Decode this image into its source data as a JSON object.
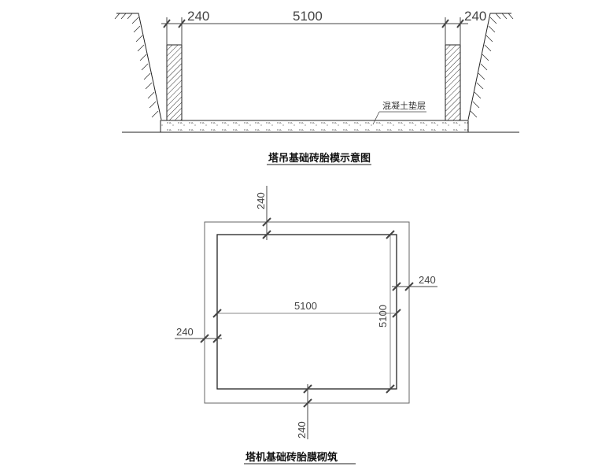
{
  "section": {
    "dim_wall_left": "240",
    "dim_width": "5100",
    "dim_wall_right": "240",
    "label_concrete": "混凝土垫层",
    "caption": "塔吊基础砖胎模示意图"
  },
  "plan": {
    "dim_top": "240",
    "dim_right": "240",
    "dim_left": "240",
    "dim_bottom": "240",
    "dim_width": "5100",
    "dim_height": "5100",
    "caption": "塔机基础砖胎膜砌筑"
  }
}
